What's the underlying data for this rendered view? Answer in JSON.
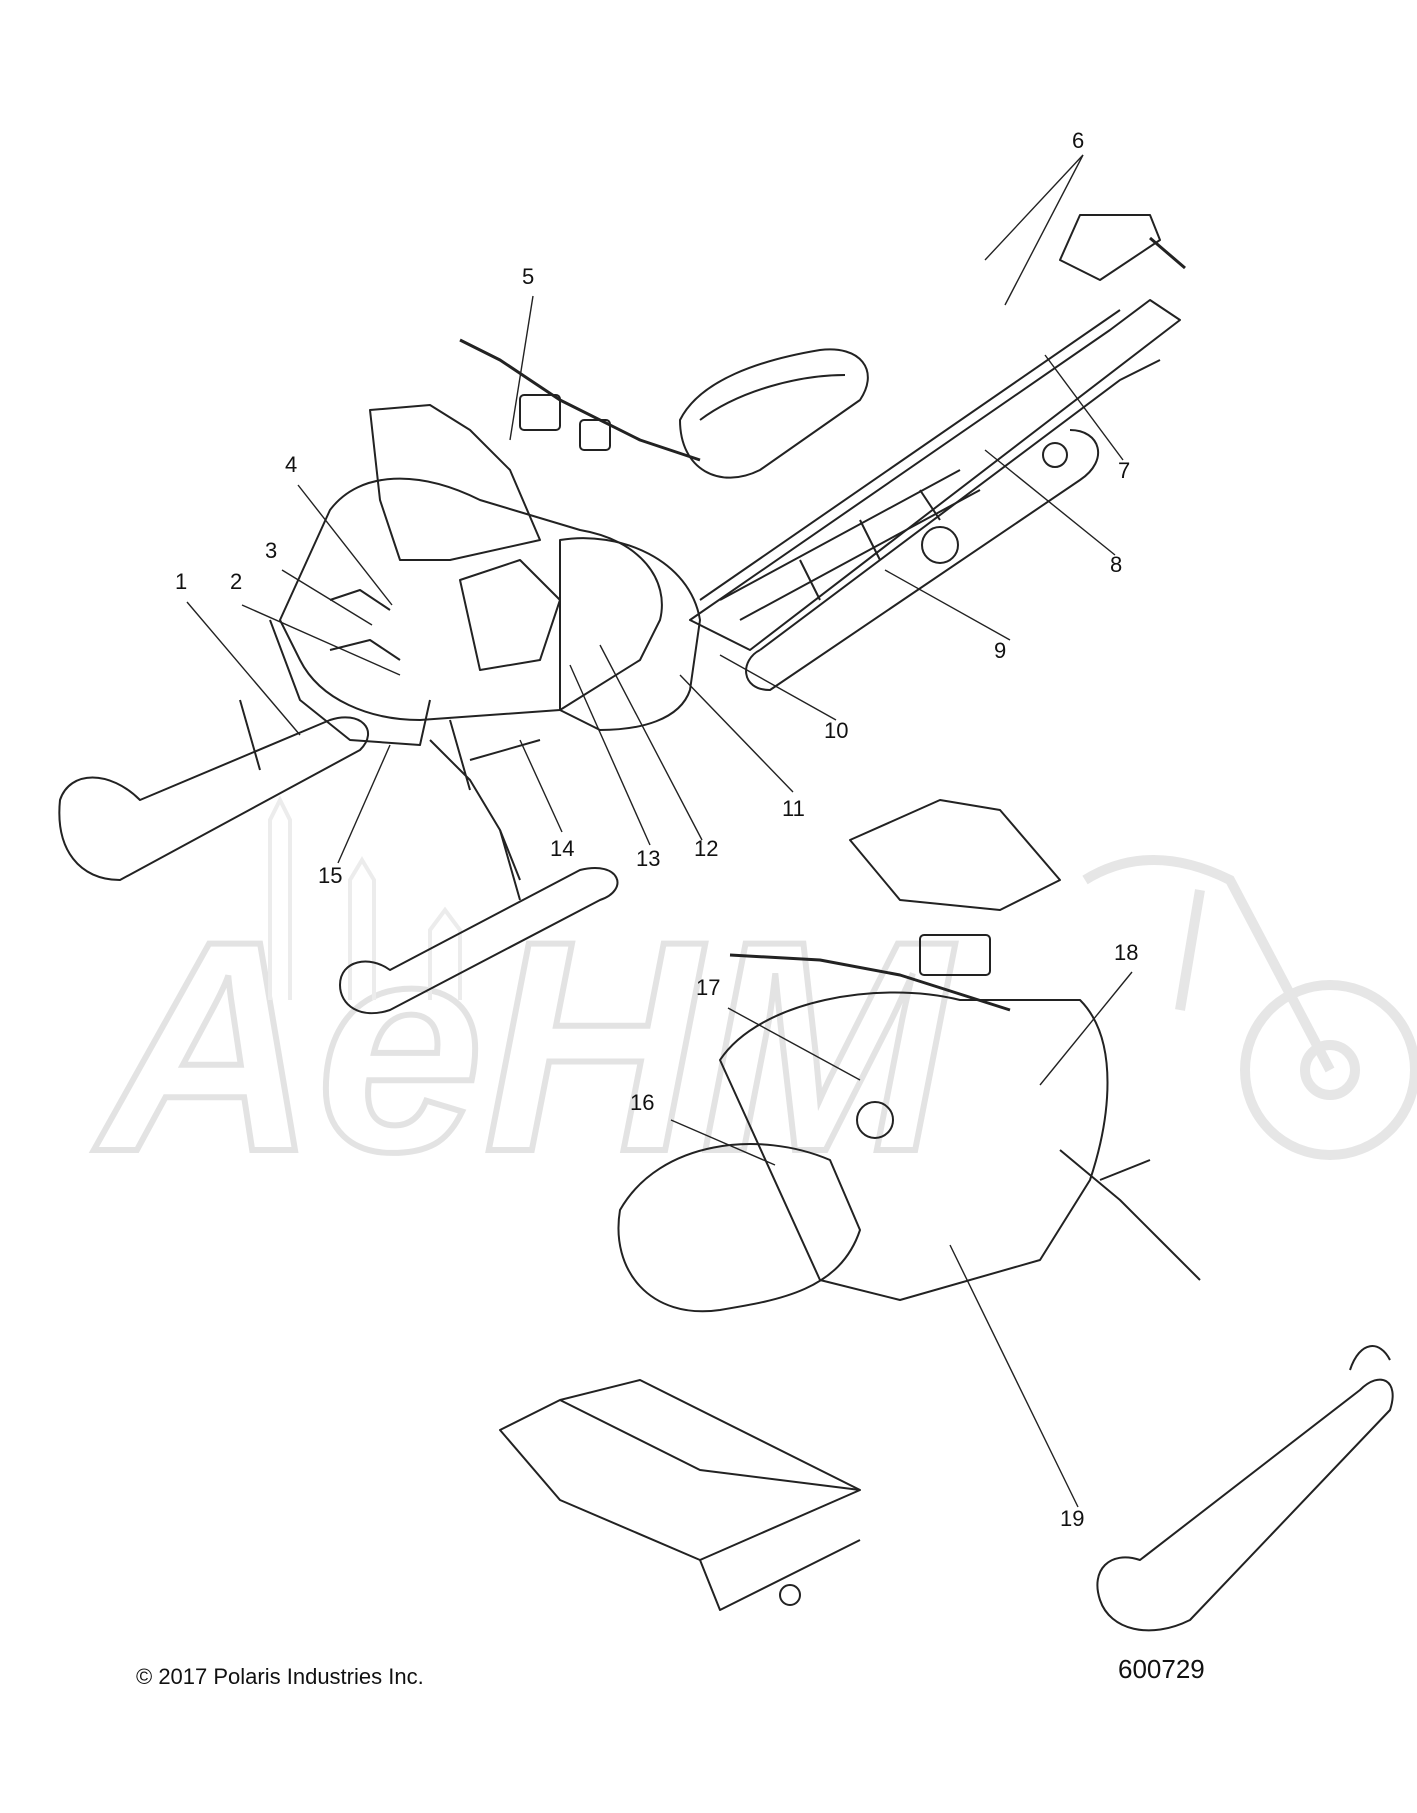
{
  "callouts": [
    "1",
    "2",
    "3",
    "4",
    "5",
    "6",
    "7",
    "8",
    "9",
    "10",
    "11",
    "12",
    "13",
    "14",
    "15",
    "16",
    "17",
    "18",
    "19"
  ],
  "watermark": {
    "text": "AeHM",
    "color": "#e6e6e6"
  },
  "footer": {
    "copyright": "© 2017 Polaris Industries Inc.",
    "diagram_id": "600729"
  },
  "colors": {
    "line": "#222222",
    "background": "#ffffff"
  }
}
